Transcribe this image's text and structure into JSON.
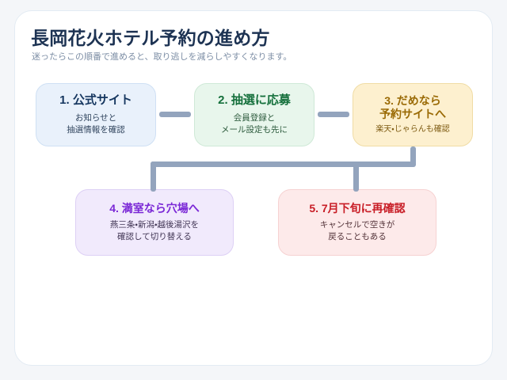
{
  "header": {
    "title": "長岡花火ホテル予約の進め方",
    "subtitle": "迷ったらこの順番で進めると、取り逃しを減らしやすくなります。"
  },
  "flow": {
    "steps": [
      {
        "id": "step-1",
        "title": "1. 公式サイト",
        "desc": "お知らせと\n抽選情報を確認",
        "fill": "#e9f1fb",
        "border": "#cfe0f4",
        "title_color": "#15365f"
      },
      {
        "id": "step-2",
        "title": "2. 抽選に応募",
        "desc": "会員登録と\nメール設定も先に",
        "fill": "#e8f6ec",
        "border": "#cfe9d7",
        "title_color": "#15703c"
      },
      {
        "id": "step-3",
        "title": "3. だめなら\n予約サイトへ",
        "desc": "楽天・じゃらんも確認",
        "fill": "#fdf0cf",
        "border": "#f0dca5",
        "title_color": "#9a6a05"
      },
      {
        "id": "step-4",
        "title": "4. 満室なら穴場へ",
        "desc": "燕三条・新潟・越後湯沢を\n確認して切り替える",
        "fill": "#f1eafc",
        "border": "#ddd0f5",
        "title_color": "#7a27d6"
      },
      {
        "id": "step-5",
        "title": "5. 7月下旬に再確認",
        "desc": "キャンセルで空きが\n戻ることもある",
        "fill": "#fdeaea",
        "border": "#f6d2d2",
        "title_color": "#c81d26"
      }
    ],
    "connector_color": "#93a4bd"
  },
  "canvas": {
    "background": "#f4f6f9",
    "card_background": "#ffffff",
    "card_border": "#e3ebf3"
  }
}
